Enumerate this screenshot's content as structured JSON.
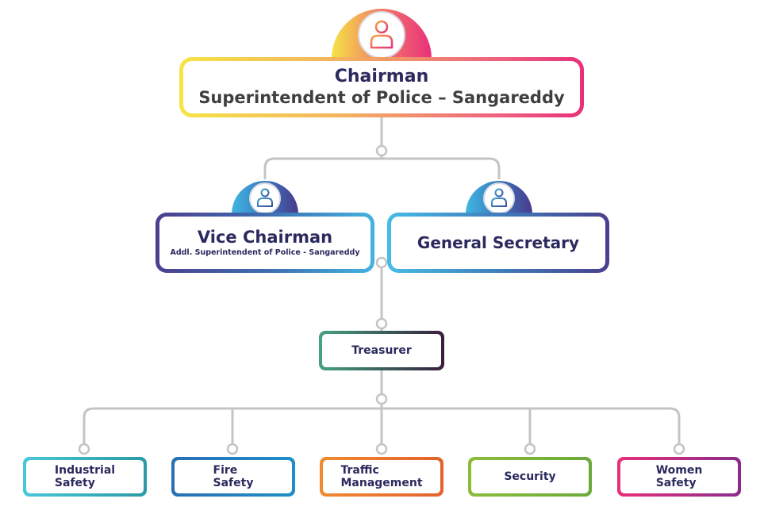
{
  "chairman": {
    "title": "Chairman",
    "subtitle": "Superintendent of Police – Sangareddy",
    "icon": "person-icon"
  },
  "vice_chairman": {
    "title": "Vice Chairman",
    "subtitle": "Addl. Superintendent of Police - Sangareddy",
    "icon": "person-icon"
  },
  "general_secretary": {
    "title": "General Secretary",
    "icon": "person-icon"
  },
  "treasurer": {
    "title": "Treasurer"
  },
  "departments": [
    {
      "label": "Industrial\nSafety"
    },
    {
      "label": "Fire\nSafety"
    },
    {
      "label": "Traffic\nManagement"
    },
    {
      "label": "Security"
    },
    {
      "label": "Women\nSafety"
    }
  ],
  "colors": {
    "connector": "#c4c4c4",
    "text_dark": "#2b2a5e",
    "chairman_gradient": [
      "#f5e443",
      "#e8307a"
    ],
    "vice_gradient": [
      "#4c3f8f",
      "#44b3e0"
    ],
    "gensec_gradient": [
      "#46bde6",
      "#4a3f8f"
    ]
  }
}
